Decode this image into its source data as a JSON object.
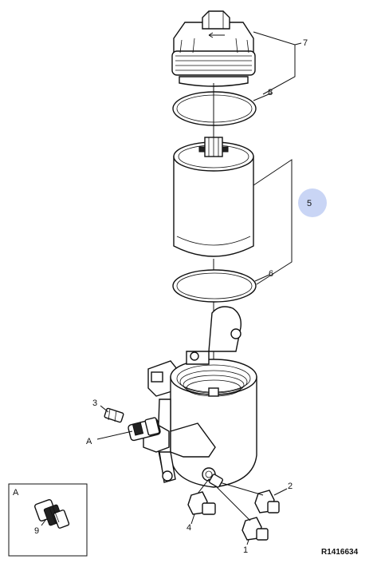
{
  "callouts": {
    "c1": "1",
    "c2": "2",
    "c3": "3",
    "c4": "4",
    "c5": "5",
    "c6": "6",
    "c7": "7",
    "c8": "8",
    "c9": "9",
    "view_a": "A",
    "inset_a": "A"
  },
  "reference_code": "R1416634",
  "colors": {
    "highlight": "#c9d5f5",
    "line": "#111111"
  }
}
